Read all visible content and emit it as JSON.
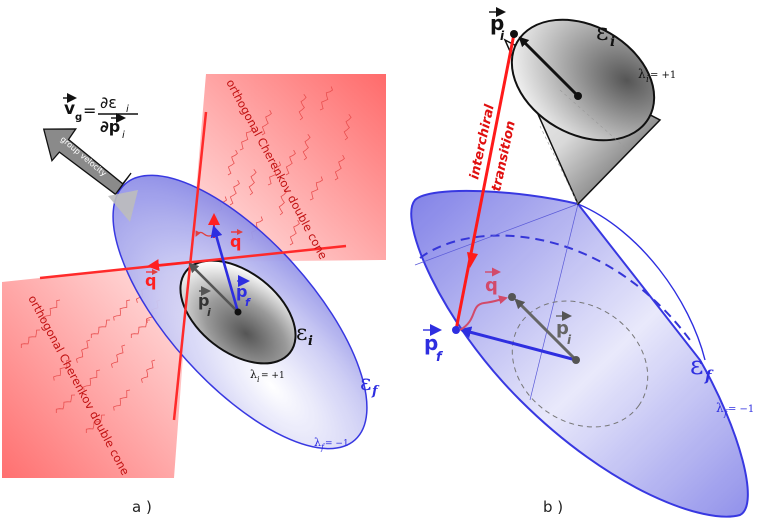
{
  "colors": {
    "red": "#ff3b3b",
    "blue": "#2e2ee0",
    "gray": "#555555",
    "pink": "#d24a6a",
    "black": "#111111"
  },
  "panel_a": {
    "caption": "a )",
    "group_velocity_text": "group velocity",
    "formula": {
      "lhs": "v",
      "lhs_sub": "g",
      "numerator": "∂ε",
      "numerator_sub": "i",
      "denominator": "∂p",
      "denominator_sub": "i"
    },
    "cone_upper_label": "orthogonal Cherenkov double cone",
    "cone_lower_label": "orthogonal Cherenkov double cone",
    "q_label_left": "q",
    "q_label_vertical": "q",
    "p_i_label": "p",
    "p_i_sub": "i",
    "p_f_label": "p",
    "p_f_sub": "f",
    "eps_i_label": "ε",
    "eps_i_sub": "i",
    "eps_f_label": "ε",
    "eps_f_sub": "f",
    "lambda_i": "λ",
    "lambda_i_sub": "i",
    "lambda_i_value": "= +1",
    "lambda_f": "λ",
    "lambda_f_sub": "f",
    "lambda_f_value": "= −1"
  },
  "panel_b": {
    "caption": "b )",
    "p_i_label": "p",
    "p_i_sub": "i",
    "eps_i_label": "ε",
    "eps_i_sub": "i",
    "lambda_i": "λ",
    "lambda_i_sub": "i",
    "lambda_i_value": "= +1",
    "interchiral": "interchiral",
    "transition": "transition",
    "q_label": "q",
    "p_f_label": "p",
    "p_f_sub": "f",
    "p_i_inner_label": "p",
    "p_i_inner_sub": "i",
    "eps_f_label": "ε",
    "eps_f_sub": "f",
    "lambda_f": "λ",
    "lambda_f_sub": "f",
    "lambda_f_value": "= −1"
  }
}
